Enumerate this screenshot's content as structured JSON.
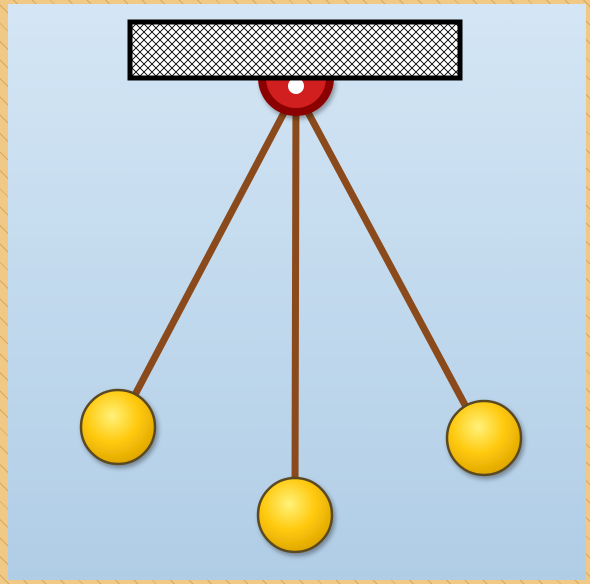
{
  "colors": {
    "frame_texture": "#f0c987",
    "frame_texture_dark": "#d9a85c",
    "background_top": "#d4e6f5",
    "background_bottom": "#b0cde6",
    "support_border": "#000000",
    "support_fill": "#ffffff",
    "pivot_outer": "#8b0000",
    "pivot_inner": "#d11f1f",
    "string": "#8b4a1c",
    "bob_fill": "#ffc90e",
    "bob_highlight": "#fff27a",
    "bob_edge": "#5a4a20"
  },
  "diagram": {
    "subject": "pendulum",
    "support": "hatched-beam",
    "pendulums": [
      {
        "position": "left"
      },
      {
        "position": "center"
      },
      {
        "position": "right"
      }
    ]
  }
}
